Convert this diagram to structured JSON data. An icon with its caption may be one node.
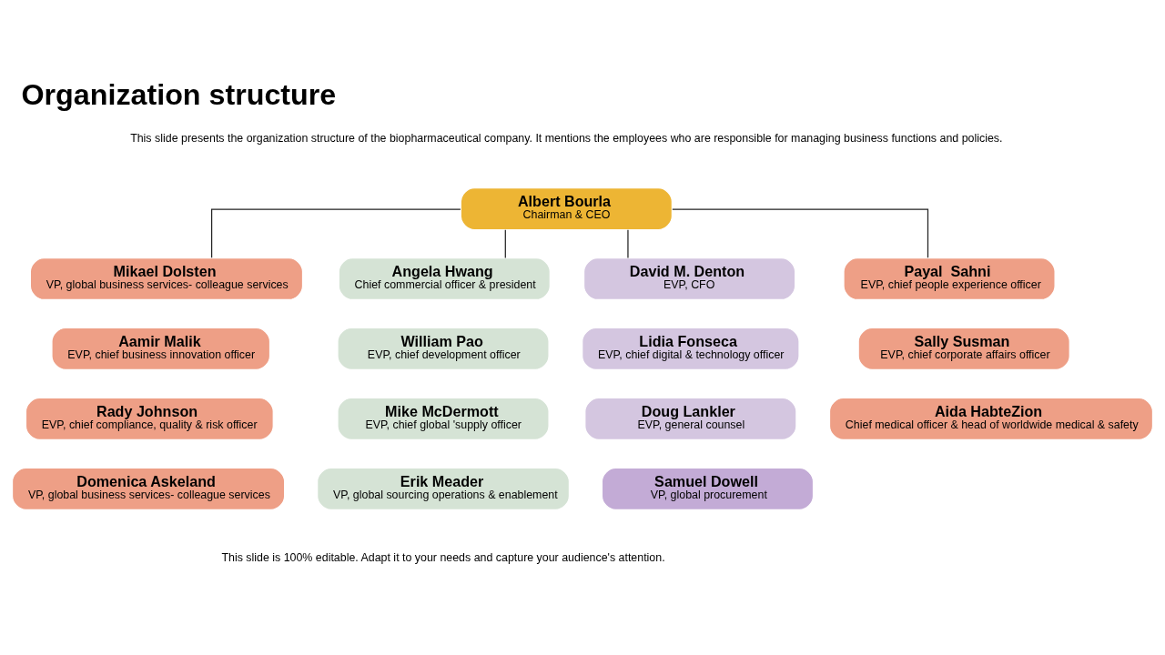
{
  "diagram": {
    "title": "Organization structure",
    "nodes": [
      {
        "text": [
          "Albert Bourla",
          "Chairman & CEO"
        ]
      },
      {
        "text": [
          "Mikael Dolsten",
          "VP, global business services- colleague services"
        ]
      },
      {
        "text": [
          "Angela Hwang",
          "Chief commercial officer & president"
        ]
      },
      {
        "text": [
          "David M. Denton",
          "EVP, CFO"
        ]
      },
      {
        "text": [
          "Payal  Sahni",
          "EVP, chief people experience officer"
        ]
      },
      {
        "text": [
          "Aamir Malik",
          "EVP, chief business innovation officer"
        ]
      },
      {
        "text": [
          "William Pao",
          "EVP, chief development officer"
        ]
      },
      {
        "text": [
          "Lidia Fonseca",
          "EVP, chief digital & technology officer"
        ]
      },
      {
        "text": [
          "Sally Susman",
          "EVP, chief corporate affairs officer"
        ]
      },
      {
        "text": [
          "Rady Johnson",
          "EVP, chief compliance, quality & risk officer"
        ]
      },
      {
        "text": [
          "Mike McDermott",
          "EVP, chief global 'supply officer"
        ]
      },
      {
        "text": [
          "Doug Lankler",
          "EVP, general counsel"
        ]
      },
      {
        "text": [
          "Aida HabteZion",
          "Chief medical officer & head of worldwide medical & safety"
        ]
      },
      {
        "text": [
          "Domenica Askeland",
          "VP, global business services- colleague services"
        ]
      },
      {
        "text": [
          "Erik Meader",
          "VP, global sourcing operations & enablement"
        ]
      },
      {
        "text": [
          "Samuel Dowell",
          "VP, global procurement"
        ]
      }
    ],
    "edges": [
      {
        "from": 0,
        "to": 1,
        "arrow": "none"
      },
      {
        "from": 0,
        "to": 2,
        "arrow": "none"
      },
      {
        "from": 0,
        "to": 3,
        "arrow": "none"
      },
      {
        "from": 0,
        "to": 4,
        "arrow": "none"
      }
    ],
    "labels": [
      "This slide presents the organization structure of the biopharmaceutical company. It mentions the employees who are responsible for managing business functions and policies.",
      "This slide is 100% editable. Adapt it to your needs and capture your audience's attention."
    ]
  }
}
